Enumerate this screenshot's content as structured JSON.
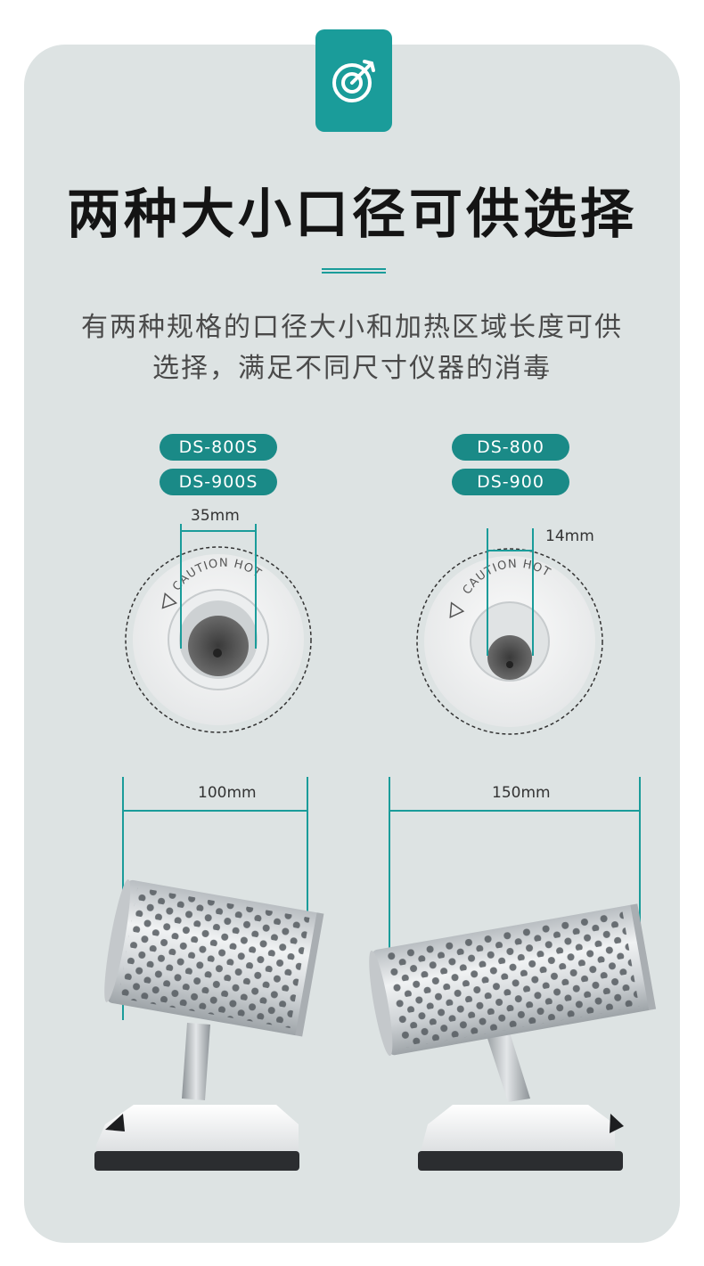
{
  "header": {
    "title": "两种大小口径可供选择",
    "subtitle_line1": "有两种规格的口径大小和加热区域长度可供",
    "subtitle_line2": "选择，满足不同尺寸仪器的消毒"
  },
  "left_product": {
    "models": [
      "DS-800S",
      "DS-900S"
    ],
    "aperture": "35mm",
    "length": "100mm",
    "warning_text": "CAUTION HOT"
  },
  "right_product": {
    "models": [
      "DS-800",
      "DS-900"
    ],
    "aperture": "14mm",
    "length": "150mm",
    "warning_text": "CAUTION HOT"
  },
  "colors": {
    "accent": "#1a9c9a",
    "pill": "#1a8a87",
    "background": "#dde3e3"
  },
  "icons": {
    "badge": "target-arrow-icon",
    "warning": "hot-surface-warning-icon"
  }
}
